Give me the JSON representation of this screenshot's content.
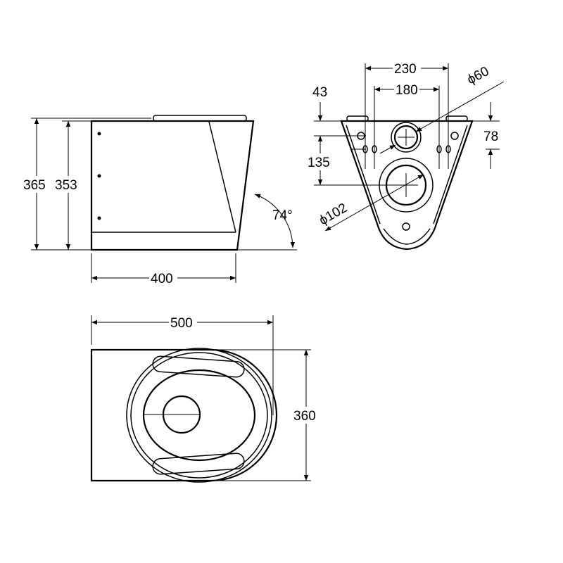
{
  "side_view": {
    "height_total": "365",
    "height_body": "353",
    "depth": "400",
    "angle": "74°"
  },
  "front_view": {
    "width_outer": "230",
    "width_inner": "180",
    "dia_small": "ϕ60",
    "offset_top": "43",
    "spacing_right": "78",
    "spacing_left": "135",
    "dia_large": "ϕ102"
  },
  "top_view": {
    "length": "500",
    "width": "360"
  },
  "colors": {
    "line": "#000000",
    "background": "#ffffff"
  }
}
